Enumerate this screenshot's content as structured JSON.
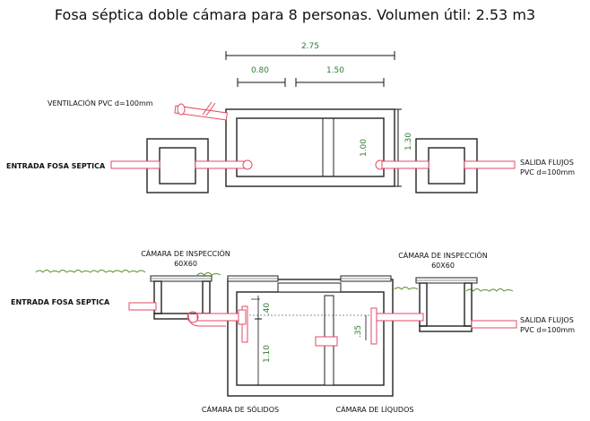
{
  "title": "Fosa séptica doble cámara para 8 personas. Volumen útil: 2.53 m3",
  "plan": {
    "ventilation_label": "VENTILACIÓN PVC d=100mm",
    "inlet_label": "ENTRADA  FOSA SEPTICA",
    "outlet_label_line1": "SALIDA FLUJOS",
    "outlet_label_line2": "PVC d=100mm",
    "dim_total": "2.75",
    "dim_first": "0.80",
    "dim_second": "1.50",
    "dim_inner_height": "1.00",
    "dim_outer_height": "1.30"
  },
  "section": {
    "chamber_left_line1": "CÁMARA DE INSPECCIÓN",
    "chamber_left_line2": "60X60",
    "chamber_right_line1": "CÁMARA DE INSPECCIÓN",
    "chamber_right_line2": "60X60",
    "inlet_label": "ENTRADA  FOSA SEPTICA",
    "outlet_label_line1": "SALIDA FLUJOS",
    "outlet_label_line2": "PVC d=100mm",
    "dim_top": ".40",
    "dim_depth": "1.10",
    "dim_outlet": ".35",
    "solids_label": "CÁMARA DE SÓLIDOS",
    "liquids_label": "CÁMARA DE LÍQUDOS"
  },
  "colors": {
    "pipe": "#e64a66",
    "dimension": "#2e7d32",
    "grass": "#5a8f2a",
    "wall": "#222222"
  }
}
